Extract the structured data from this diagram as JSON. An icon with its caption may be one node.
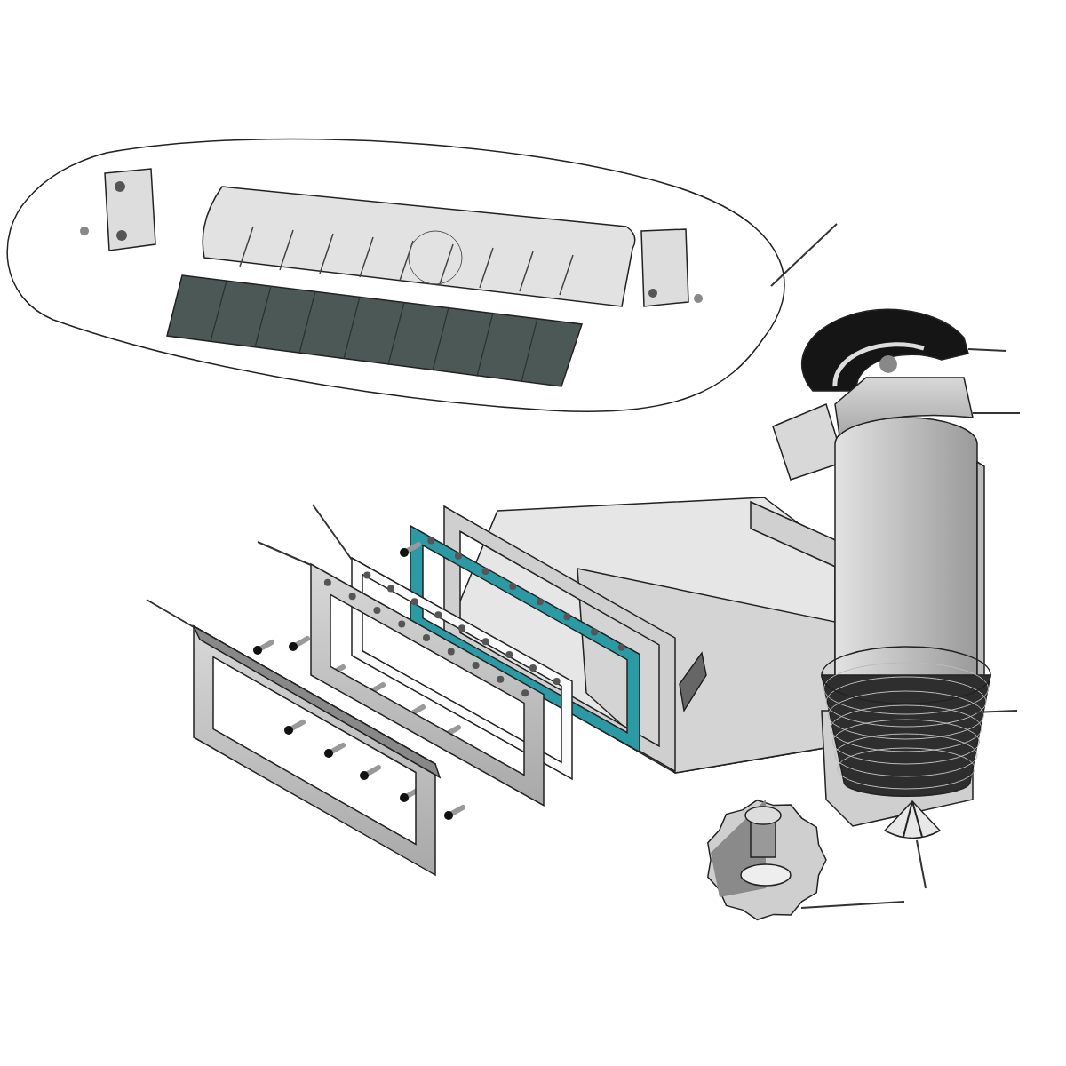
{
  "diagram": {
    "nodes": [
      {
        "text": [],
        "shape": "picture"
      },
      {
        "text": [],
        "shape": "picture"
      },
      {
        "text": [],
        "shape": "picture"
      },
      {
        "text": [],
        "shape": "picture"
      },
      {
        "text": [],
        "shape": "picture"
      },
      {
        "text": [],
        "shape": "picture"
      },
      {
        "text": [],
        "shape": "picture"
      },
      {
        "text": [],
        "shape": "picture"
      },
      {
        "text": [],
        "shape": "picture"
      }
    ],
    "edges": [
      {
        "from": null,
        "to": 0,
        "arrow": "none"
      },
      {
        "from": null,
        "to": 1,
        "arrow": "none"
      },
      {
        "from": null,
        "to": 2,
        "arrow": "none"
      },
      {
        "from": null,
        "to": 3,
        "arrow": "none"
      },
      {
        "from": null,
        "to": 4,
        "arrow": "none"
      },
      {
        "from": null,
        "to": 5,
        "arrow": "none"
      },
      {
        "from": null,
        "to": 6,
        "arrow": "none"
      },
      {
        "from": null,
        "to": 7,
        "arrow": "none"
      },
      {
        "from": null,
        "to": 8,
        "arrow": "none"
      }
    ]
  }
}
